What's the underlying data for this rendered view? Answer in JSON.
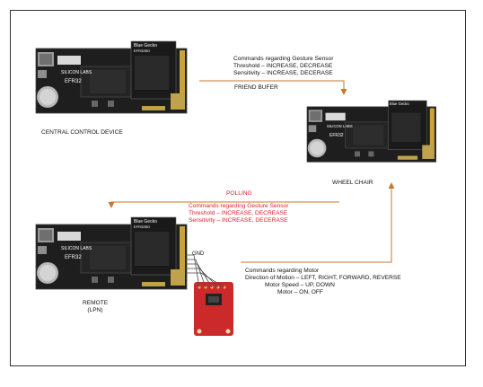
{
  "board_text": {
    "brand": "SILICON LABS",
    "chip": "EFR32",
    "module_title": "Blue Gecko",
    "module_sub": "EFR32BG"
  },
  "nodes": {
    "central": "CENTRAL CONTROL DEVICE",
    "wheelchair": "WHEEL CHAIR",
    "remote_line1": "REMOTE",
    "remote_line2": "(LPN)"
  },
  "annotations": {
    "gesture_top": {
      "line1": "Commands regarding Gesture Sensor",
      "line2": "Threshold – INCREASE, DECREASE",
      "line3": "Sensitivity – INCREASE, DECERASE"
    },
    "friend_buffer": "FRIEND BUFER",
    "polling": "POLLING",
    "gesture_mid": {
      "line1": "Commands regarding Gesture Sensor",
      "line2": "Threshold – INCREASE, DECREASE",
      "line3": "Sensitivity – INCREASE, DECERASE"
    },
    "motor": {
      "line1": "Commands regarding Motor",
      "line2": "Direction of Motion – LEFT, RIGHT, FORWARD, REVERSE",
      "line3": "Motor Speed – UP, DOWN",
      "line4": "Motor – ON, OFF"
    },
    "pin_gnd": "GND"
  },
  "colors": {
    "arrow": "#c9772a",
    "red_text": "#d9222a",
    "board_black": "#1e1e1e",
    "sensor_red": "#cc2a2a"
  }
}
